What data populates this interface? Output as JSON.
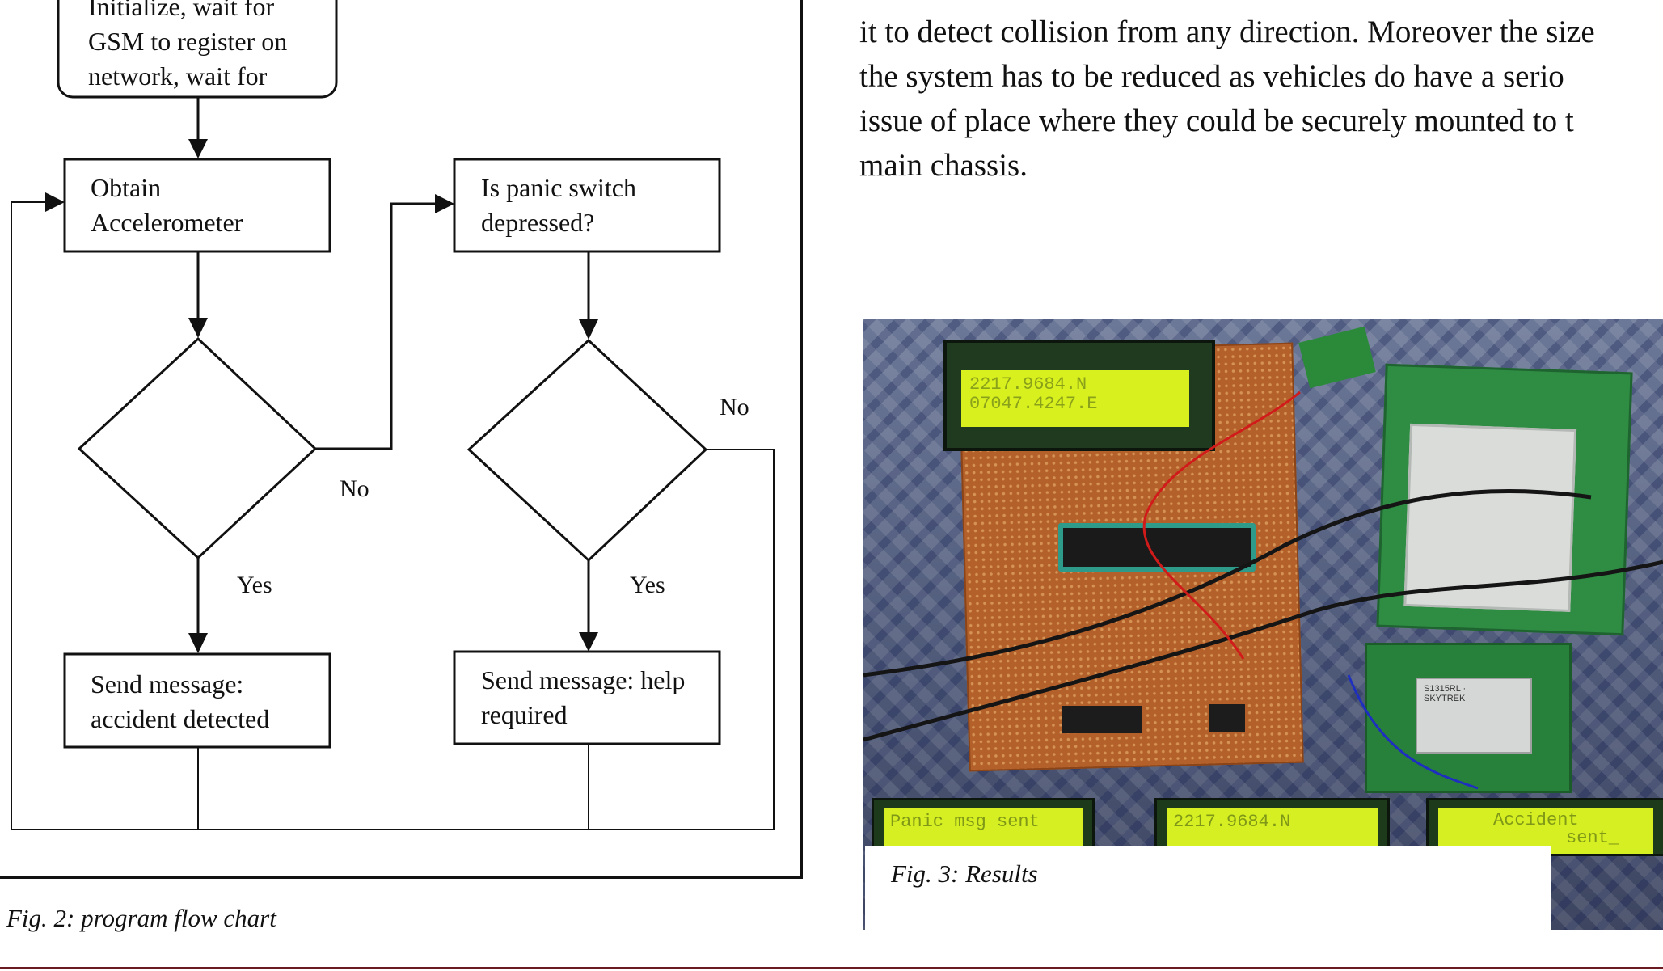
{
  "flowchart": {
    "init_box_lines": [
      "Initialize, wait for",
      "GSM to register on",
      "network, wait for"
    ],
    "obtain_box_lines": [
      "Obtain",
      "Accelerometer"
    ],
    "panic_box_lines": [
      "Is panic switch",
      "depressed?"
    ],
    "send_accident_lines": [
      "Send message:",
      "accident detected"
    ],
    "send_help_lines": [
      "Send message: help",
      "required"
    ],
    "label_no_left": "No",
    "label_no_right": "No",
    "label_yes_left": "Yes",
    "label_yes_right": "Yes"
  },
  "fig2_caption": "Fig. 2: program flow chart",
  "fig3_caption": "Fig. 3: Results",
  "body_text_lines": [
    "it to detect collision from any direction. Moreover the size",
    "the system has to be reduced as vehicles do have a serio",
    "issue of place where they could be securely mounted to t",
    "main chassis."
  ],
  "photo": {
    "lcd_top_line1": "2217.9684.N",
    "lcd_top_line2": "07047.4247.E",
    "lcd_bottom_left": "Panic msg sent",
    "lcd_bottom_mid": "2217.9684.N",
    "lcd_bottom_right_line1": "Accident",
    "lcd_bottom_right_line2": "sent_",
    "gps_label": "S1315RL · SKYTREK"
  },
  "colors": {
    "footer_rule": "#6b1a22"
  }
}
